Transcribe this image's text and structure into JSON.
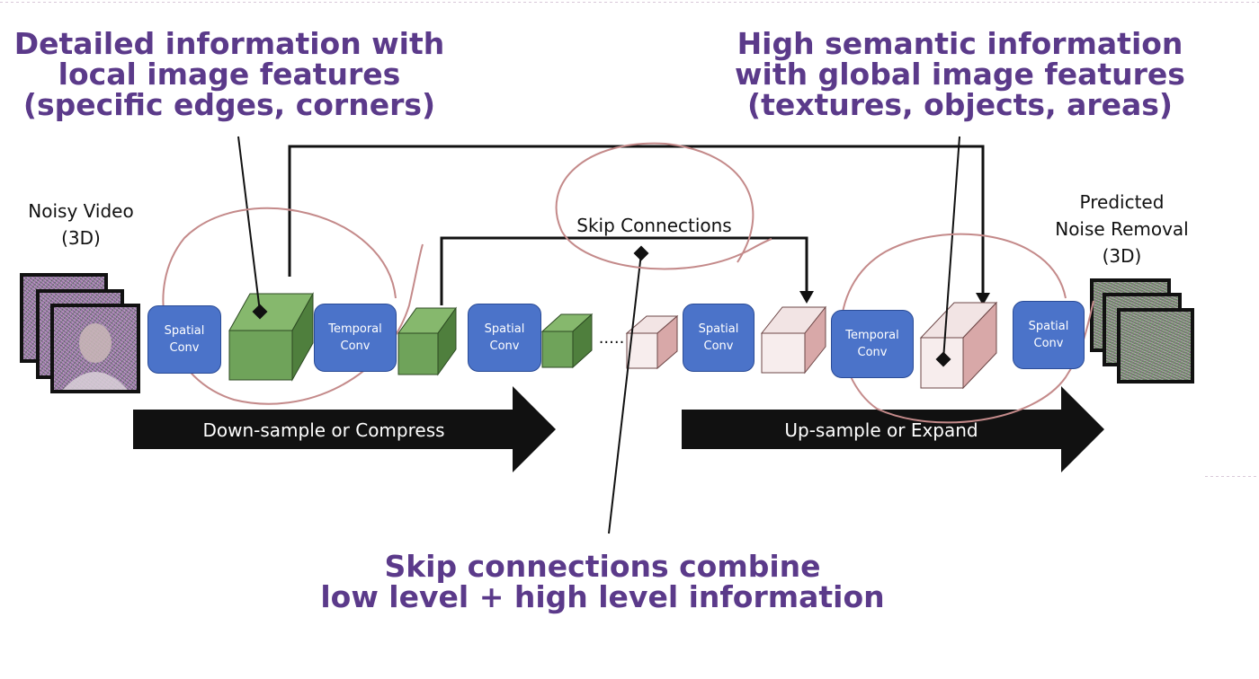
{
  "headlines": {
    "left": [
      "Detailed information with",
      "local image features",
      "(specific edges, corners)"
    ],
    "right": [
      "High semantic information",
      "with global image features",
      "(textures, objects, areas)"
    ],
    "bottom": [
      "Skip connections combine",
      "low level + high level information"
    ]
  },
  "labels": {
    "input": [
      "Noisy Video",
      "(3D)"
    ],
    "output": [
      "Predicted",
      "Noise Removal",
      "(3D)"
    ],
    "skip": "Skip Connections",
    "ellipsis": "....."
  },
  "conv_blocks": [
    [
      "Spatial",
      "Conv"
    ],
    [
      "Temporal",
      "Conv"
    ],
    [
      "Spatial",
      "Conv"
    ],
    [
      "Spatial",
      "Conv"
    ],
    [
      "Temporal",
      "Conv"
    ],
    [
      "Spatial",
      "Conv"
    ]
  ],
  "arrows": {
    "down": "Down-sample or Compress",
    "up": "Up-sample or Expand"
  },
  "colors": {
    "headline": "#5b3a8a",
    "conv": "#4b73c9",
    "encoder_cube": "#6fa35a",
    "decoder_cube": "#d8a8a8",
    "annotation_circle": "#c48a8a",
    "arrow": "#111111"
  }
}
